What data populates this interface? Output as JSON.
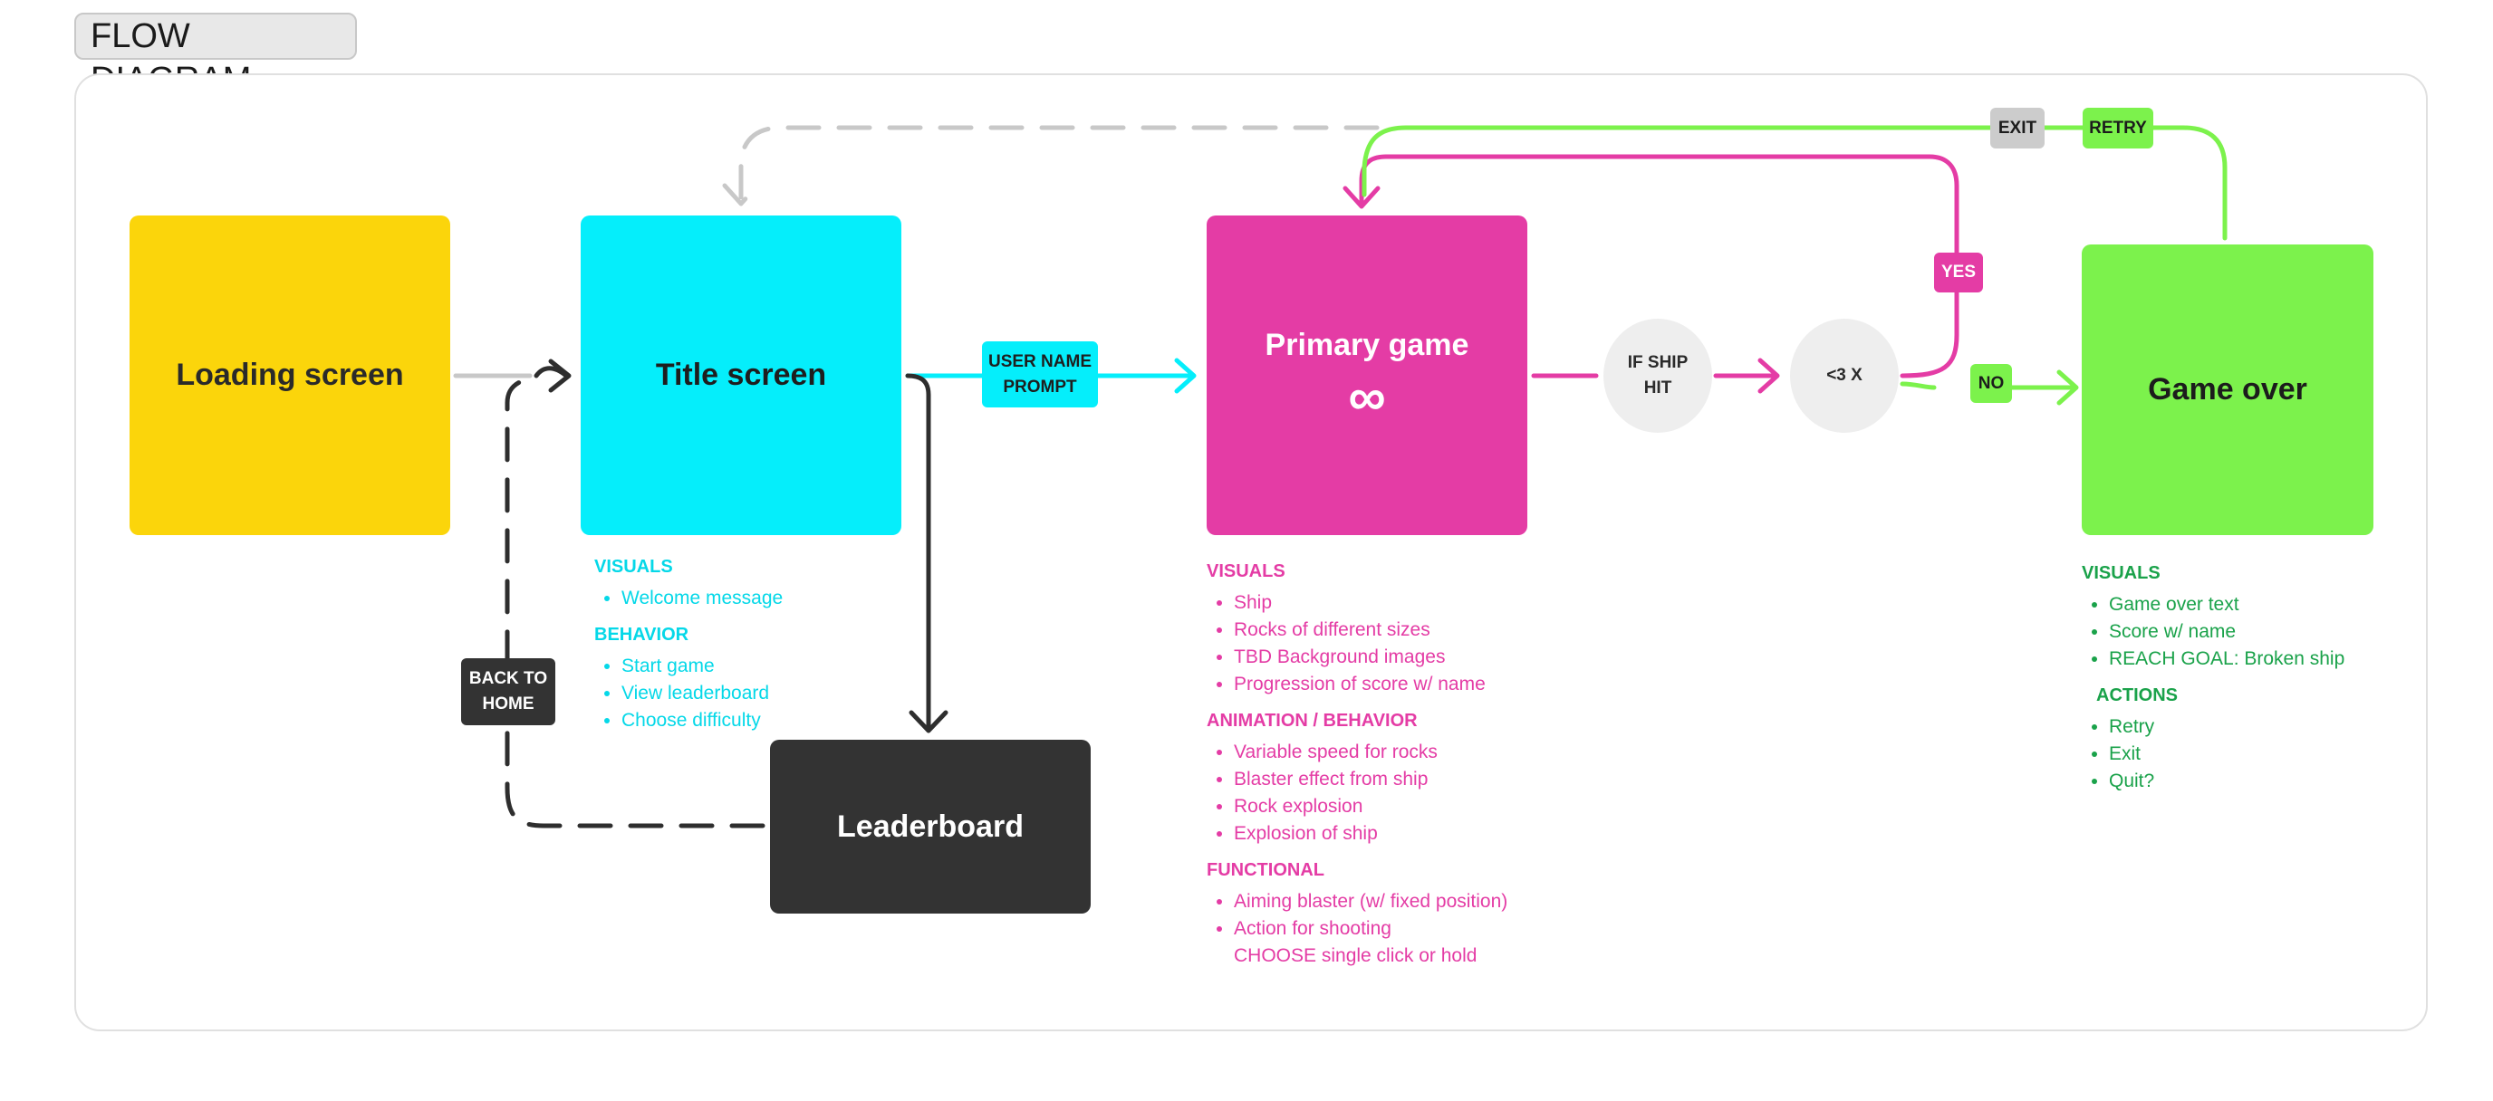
{
  "frame_title": "FLOW DIAGRAM",
  "nodes": {
    "loading": "Loading screen",
    "title": "Title screen",
    "primary": "Primary game",
    "primary_symbol": "∞",
    "game_over": "Game over",
    "leaderboard": "Leaderboard"
  },
  "decisions": {
    "if_ship_hit": [
      "IF SHIP",
      "HIT"
    ],
    "less_than_3": "<3 X"
  },
  "edge_labels": {
    "user_name_prompt": [
      "USER NAME",
      "PROMPT"
    ],
    "back_to_home": [
      "BACK TO",
      "HOME"
    ],
    "yes": "YES",
    "no": "NO",
    "exit": "EXIT",
    "retry": "RETRY"
  },
  "notes": {
    "title_screen": {
      "visuals_heading": "VISUALS",
      "visuals": [
        "Welcome message"
      ],
      "behavior_heading": "BEHAVIOR",
      "behavior": [
        "Start game",
        "View leaderboard",
        "Choose difficulty"
      ]
    },
    "primary_game": {
      "visuals_heading": "VISUALS",
      "visuals": [
        "Ship",
        "Rocks of different sizes",
        "TBD Background images",
        "Progression of score w/ name"
      ],
      "animation_heading": "ANIMATION / BEHAVIOR",
      "animation": [
        "Variable speed for rocks",
        "Blaster effect from ship",
        "Rock explosion",
        "Explosion of ship"
      ],
      "functional_heading": "FUNCTIONAL",
      "functional": [
        "Aiming blaster (w/ fixed position)",
        "Action for shooting"
      ],
      "functional_note": "CHOOSE single click or hold"
    },
    "game_over": {
      "visuals_heading": "VISUALS",
      "visuals": [
        "Game over text",
        "Score w/ name",
        "REACH GOAL: Broken ship"
      ],
      "actions_heading": "ACTIONS",
      "actions": [
        "Retry",
        "Exit",
        "Quit?"
      ]
    }
  },
  "colors": {
    "loading": "#fbd50b",
    "title": "#05eefb",
    "primary": "#e43ca5",
    "game_over": "#7cf24c",
    "leaderboard": "#333333",
    "decision": "#eeeeee",
    "exit_label": "#cccccc",
    "muted_arrow": "#c8c8c8",
    "green_text": "#1aa24a"
  }
}
